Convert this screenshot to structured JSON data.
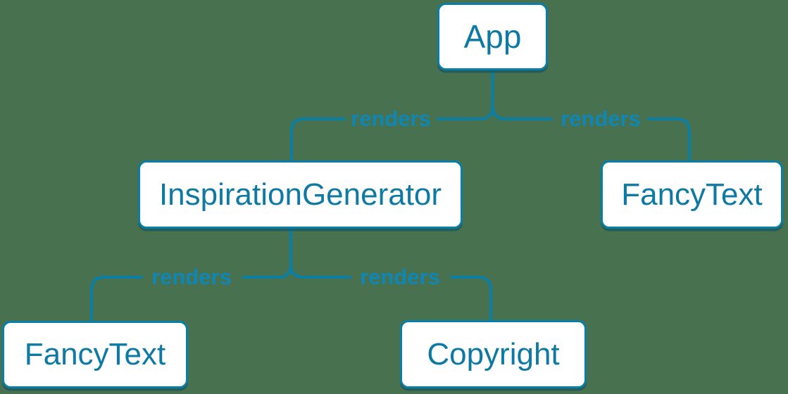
{
  "diagram": {
    "type": "component-render-tree",
    "nodes": [
      {
        "id": "app",
        "label": "App"
      },
      {
        "id": "inspiration-generator",
        "label": "InspirationGenerator"
      },
      {
        "id": "fancy-text-top",
        "label": "FancyText"
      },
      {
        "id": "fancy-text-bottom",
        "label": "FancyText"
      },
      {
        "id": "copyright",
        "label": "Copyright"
      }
    ],
    "edges": [
      {
        "from": "App",
        "to": "InspirationGenerator",
        "label": "renders"
      },
      {
        "from": "App",
        "to": "FancyText",
        "label": "renders"
      },
      {
        "from": "InspirationGenerator",
        "to": "FancyText",
        "label": "renders"
      },
      {
        "from": "InspirationGenerator",
        "to": "Copyright",
        "label": "renders"
      }
    ],
    "colors": {
      "background": "#487150",
      "node_background": "#ffffff",
      "node_border": "#0a7ea4",
      "node_text": "#0e7aa3",
      "edge_line": "#0a7ea4",
      "edge_label": "#0f86b3"
    }
  }
}
